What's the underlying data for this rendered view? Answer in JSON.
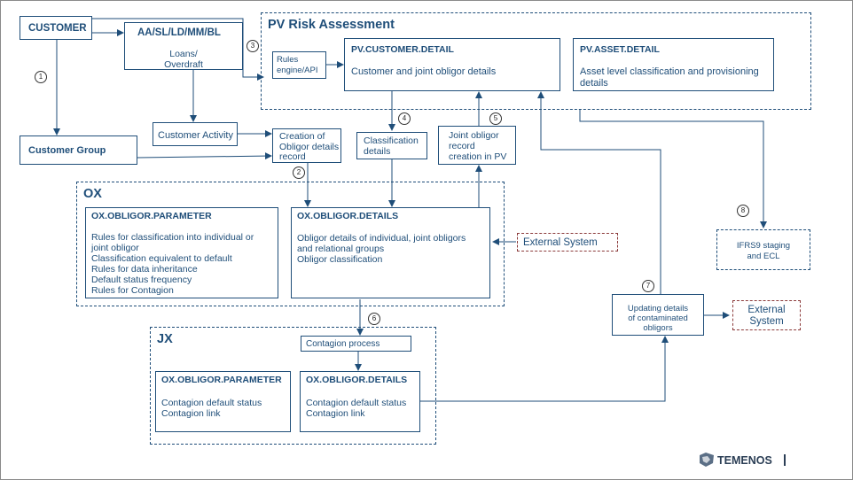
{
  "boxes": {
    "customer": "CUSTOMER",
    "aa": "AA/SL/LD/MM/BL",
    "aa_sub": [
      "Loans/",
      "Overdraft"
    ],
    "customer_group": "Customer Group",
    "customer_activity": "Customer Activity",
    "creation": [
      "Creation of",
      "Obligor details",
      "record"
    ],
    "pv_title": "PV Risk Assessment",
    "rules_engine": [
      "Rules",
      "engine/API"
    ],
    "pv_customer_title": "PV.CUSTOMER.DETAIL",
    "pv_customer_desc": "Customer and joint obligor details",
    "pv_asset_title": "PV.ASSET.DETAIL",
    "pv_asset_desc": [
      "Asset level classification and provisioning",
      "details"
    ],
    "classification": [
      "Classification",
      "details"
    ],
    "joint": [
      "Joint obligor",
      "record",
      "creation in PV"
    ],
    "ox_title": "OX",
    "ox_param_title": "OX.OBLIGOR.PARAMETER",
    "ox_param_lines": [
      "Rules for classification into individual or",
      "joint obligor",
      "Classification equivalent to default",
      "Rules for data inheritance",
      "Default status frequency",
      "Rules for Contagion"
    ],
    "ox_details_title": "OX.OBLIGOR.DETAILS",
    "ox_details_lines": [
      "Obligor details of individual, joint obligors",
      "and relational groups",
      "Obligor classification"
    ],
    "external_system_1": "External System",
    "ifrs9": [
      "IFRS9 staging",
      "and ECL"
    ],
    "updating": [
      "Updating details",
      "of contaminated",
      "obligors"
    ],
    "external_system_2": [
      "External",
      "System"
    ],
    "jx_title": "JX",
    "contagion_process": "Contagion process",
    "jx_param_title": "OX.OBLIGOR.PARAMETER",
    "jx_param_lines": [
      "Contagion default status",
      "Contagion link"
    ],
    "jx_details_title": "OX.OBLIGOR.DETAILS",
    "jx_details_lines": [
      "Contagion default status",
      "Contagion link"
    ]
  },
  "steps": [
    "1",
    "2",
    "3",
    "4",
    "5",
    "6",
    "7",
    "8"
  ],
  "logo": "TEMENOS",
  "colors": {
    "primary": "#1f4e79",
    "external": "#8b3a3a"
  }
}
